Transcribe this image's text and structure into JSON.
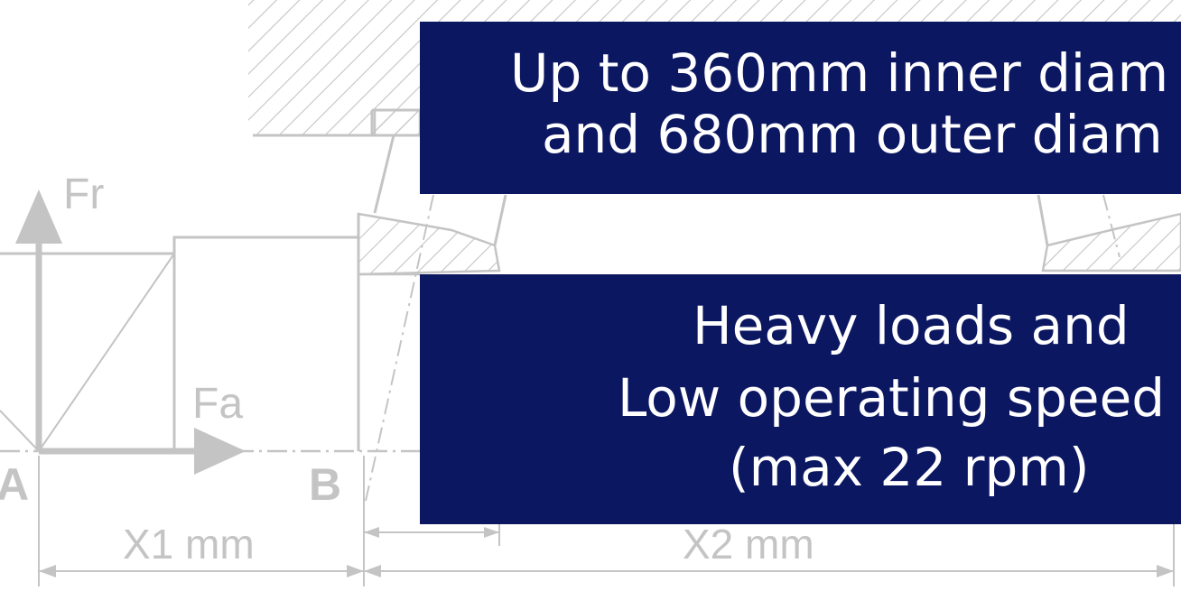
{
  "diagram": {
    "force_radial": "Fr",
    "force_axial": "Fa",
    "point_a": "A",
    "point_b": "B",
    "dim_x1": "X1 mm",
    "dim_x2": "X2 mm"
  },
  "callouts": {
    "size": {
      "line1": "Up to 360mm inner diam",
      "line2": "and 680mm outer diam"
    },
    "load": {
      "line1": "Heavy loads and",
      "line2": "Low operating speed",
      "line3": "(max 22 rpm)"
    }
  },
  "colors": {
    "drawing_gray": "#c4c4c4",
    "callout_bg": "#0c1762",
    "callout_text": "#ffffff"
  }
}
